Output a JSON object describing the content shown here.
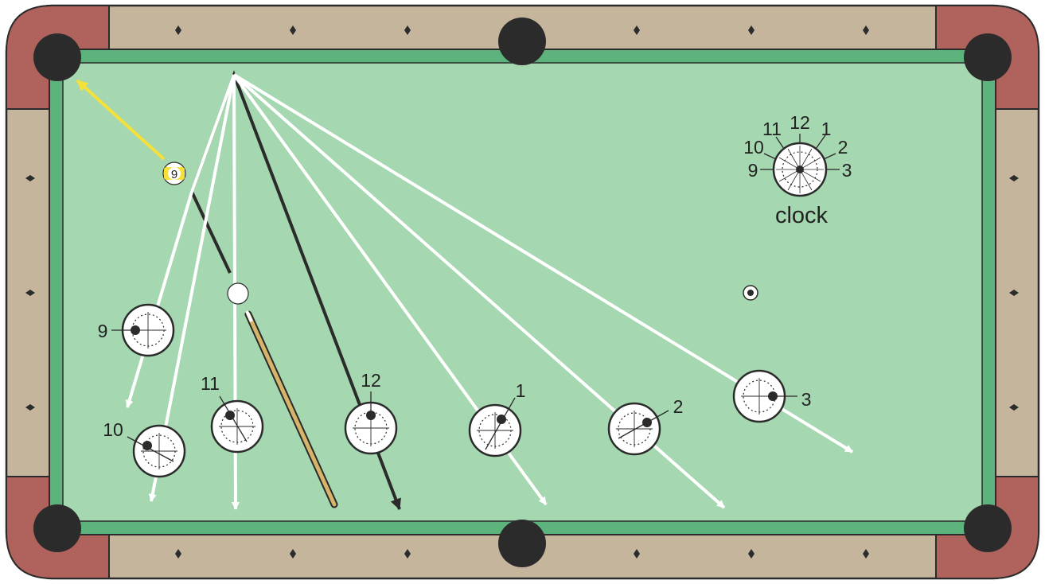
{
  "colors": {
    "felt": "#a5d7b0",
    "cushion": "#5cb37c",
    "rail": "#c4b59c",
    "corner": "#b0625c",
    "pocket": "#2b2b2b",
    "outline": "#2b2b2b",
    "white_path": "#ffffff",
    "black_path": "#2b2b2b",
    "yellow_path": "#f5e13a",
    "ball_nine": "#f5e13a",
    "cue_stick": "#d6b46a"
  },
  "clock_legend": {
    "title": "clock",
    "numbers": [
      "12",
      "1",
      "2",
      "3",
      "9",
      "10",
      "11"
    ]
  },
  "object_ball": {
    "number": "9",
    "icon": "nine-ball-icon"
  },
  "cue_ball_tip_diagrams": [
    {
      "label": "9"
    },
    {
      "label": "10"
    },
    {
      "label": "11"
    },
    {
      "label": "12"
    },
    {
      "label": "1"
    },
    {
      "label": "2"
    },
    {
      "label": "3"
    }
  ],
  "icons": [
    "pocket-icon",
    "diamond-icon",
    "cue-stick-icon",
    "cue-ball-icon",
    "spot-marker-icon",
    "arrow-icon"
  ]
}
